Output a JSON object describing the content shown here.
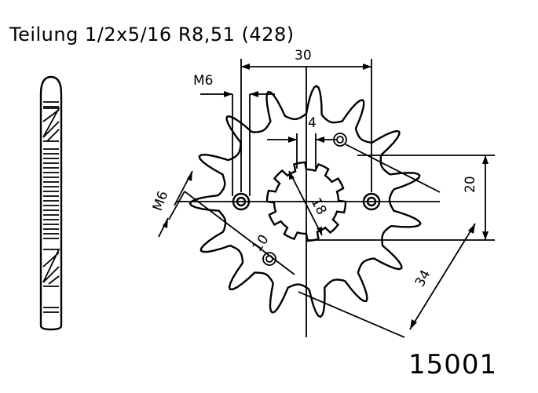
{
  "header": {
    "title": "Teilung 1/2x5/16 R8,51 (428)"
  },
  "part_number": "15001",
  "dimensions": {
    "width_30": "30",
    "thread_m6_top": "M6",
    "thread_m6_left": "M6",
    "dim_4": "4",
    "dim_18": "18",
    "dim_10": "10",
    "dim_20": "20",
    "dim_34": "34"
  }
}
